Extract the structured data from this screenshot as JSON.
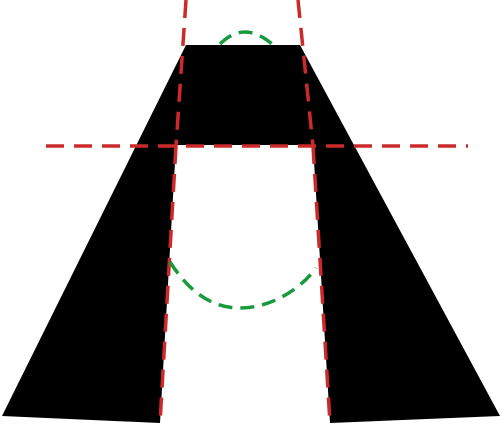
{
  "colors": {
    "background": "#ffffff",
    "shape_fill": "#000000",
    "red_dashed": "#cc2a2a",
    "green_dashed": "#179a3c"
  },
  "diagram": {
    "elements": [
      "black-trapezoid-shape",
      "red-dashed-guideline-horizontal",
      "red-dashed-guideline-left",
      "red-dashed-guideline-right",
      "red-dashed-guideline-left-inner",
      "red-dashed-guideline-right-inner",
      "green-dashed-curve-top",
      "green-dashed-curve-bottom"
    ]
  }
}
